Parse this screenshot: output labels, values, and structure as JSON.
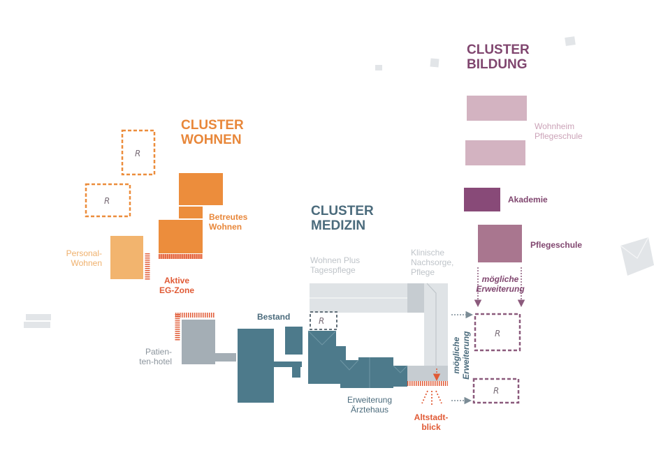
{
  "clusters": {
    "wohnen": {
      "line1": "CLUSTER",
      "line2": "WOHNEN"
    },
    "medizin": {
      "line1": "CLUSTER",
      "line2": "MEDIZIN"
    },
    "bildung": {
      "line1": "CLUSTER",
      "line2": "BILDUNG"
    }
  },
  "labels": {
    "betreutes_wohnen": {
      "line1": "Betreutes",
      "line2": "Wohnen"
    },
    "personal_wohnen": {
      "line1": "Personal-",
      "line2": "Wohnen"
    },
    "aktive_eg_zone": {
      "line1": "Aktive",
      "line2": "EG-Zone"
    },
    "patientenhotel": {
      "line1": "Patien-",
      "line2": "ten-hotel"
    },
    "bestand": "Bestand",
    "wohnen_plus": {
      "line1": "Wohnen Plus",
      "line2": "Tagespflege"
    },
    "klinische": {
      "line1": "Klinische",
      "line2": "Nachsorge,",
      "line3": "Pflege"
    },
    "erweiterung_aerztehaus": {
      "line1": "Erweiterung",
      "line2": "Ärztehaus"
    },
    "altstadtblick": {
      "line1": "Altstadt-",
      "line2": "blick"
    },
    "wohnheim": {
      "line1": "Wohnheim",
      "line2": "Pflegeschule"
    },
    "akademie": "Akademie",
    "pflegeschule": "Pflegeschule",
    "moegliche_erweiterung_h": {
      "line1": "mögliche",
      "line2": "Erweiterung"
    },
    "moegliche_erweiterung_v": {
      "line1": "mögliche",
      "line2": "Erweiterung"
    }
  },
  "reserve_mark": "R",
  "colors": {
    "orange": "#ec8d3c",
    "orange_light": "#f2b46e",
    "red": "#e05a35",
    "petrol": "#4d7a8b",
    "grey": "#a4aeb5",
    "grey_light": "#dfe3e6",
    "purple_dark": "#884a78",
    "purple_mid": "#a9768f",
    "purple_light": "#d3b3c1"
  }
}
